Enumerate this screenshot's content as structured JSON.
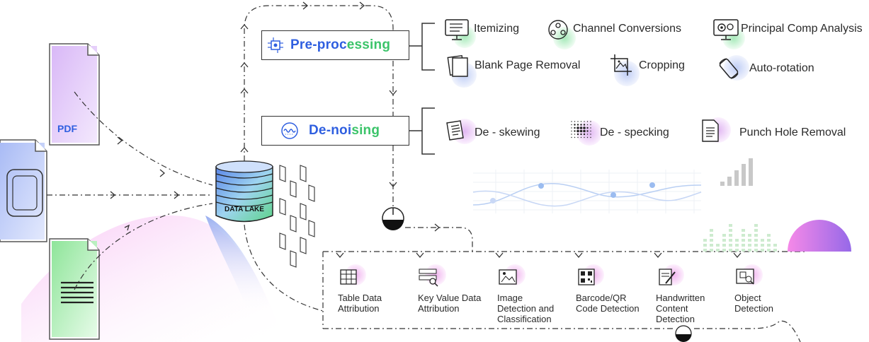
{
  "pdf_label": "PDF",
  "data_lake_label": "DATA LAKE",
  "preprocessing": {
    "title_a": "Pre-proc",
    "title_b": "essing",
    "items": [
      "Itemizing",
      "Channel Conversions",
      "Principal Comp Analysis",
      "Blank Page Removal",
      "Cropping",
      "Auto-rotation"
    ]
  },
  "denoising": {
    "title_a": "De-noi",
    "title_b": "sing",
    "items": [
      "De - skewing",
      "De - specking",
      "Punch Hole Removal"
    ]
  },
  "extraction": [
    {
      "line1": "Table Data",
      "line2": "Attribution",
      "line3": ""
    },
    {
      "line1": "Key Value Data",
      "line2": "Attribution",
      "line3": ""
    },
    {
      "line1": "Image",
      "line2": "Detection and",
      "line3": "Classification"
    },
    {
      "line1": "Barcode/QR",
      "line2": "Code Detection",
      "line3": ""
    },
    {
      "line1": "Handwritten",
      "line2": "Content",
      "line3": "Detection"
    },
    {
      "line1": "Object",
      "line2": "Detection",
      "line3": ""
    }
  ],
  "colors": {
    "blue": "#2f5fe0",
    "green": "#3cc46a",
    "pink": "#e884e8",
    "violet": "#b04fd8"
  }
}
